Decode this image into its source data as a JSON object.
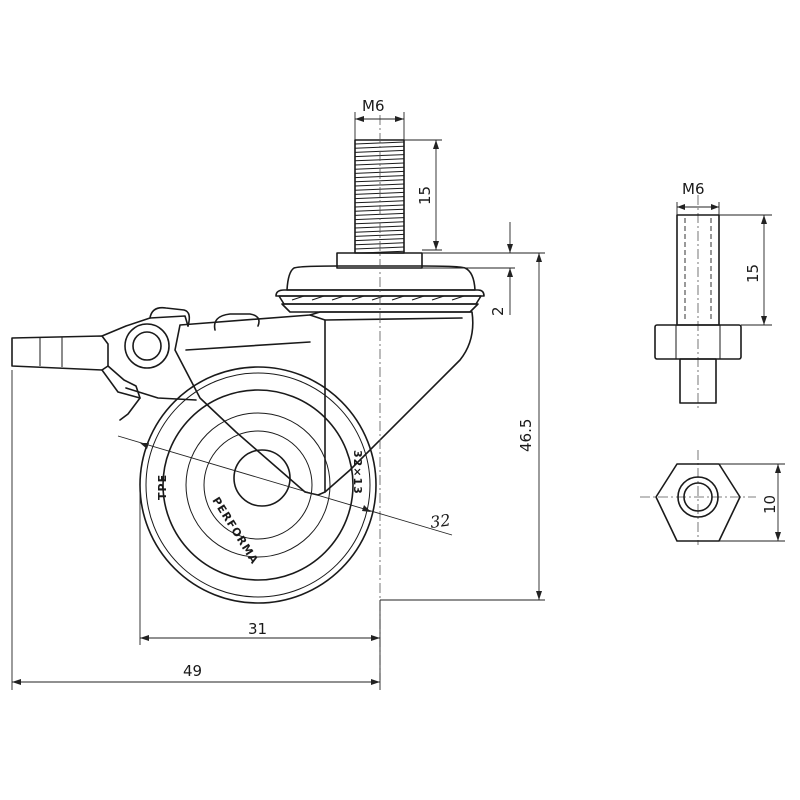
{
  "dimensions": {
    "main_thread": "M6",
    "thread_length": "15",
    "plate_thickness": "2",
    "total_height": "46.5",
    "wheel_diameter": "32",
    "offset": "31",
    "overall_width": "49",
    "detail_thread": "M6",
    "detail_length": "15",
    "hex_size": "10"
  },
  "wheel_text": {
    "material": "TPE",
    "brand": "PERFORMA",
    "size": "32×13"
  },
  "colors": {
    "line": "#1a1a1a",
    "background": "#ffffff"
  }
}
